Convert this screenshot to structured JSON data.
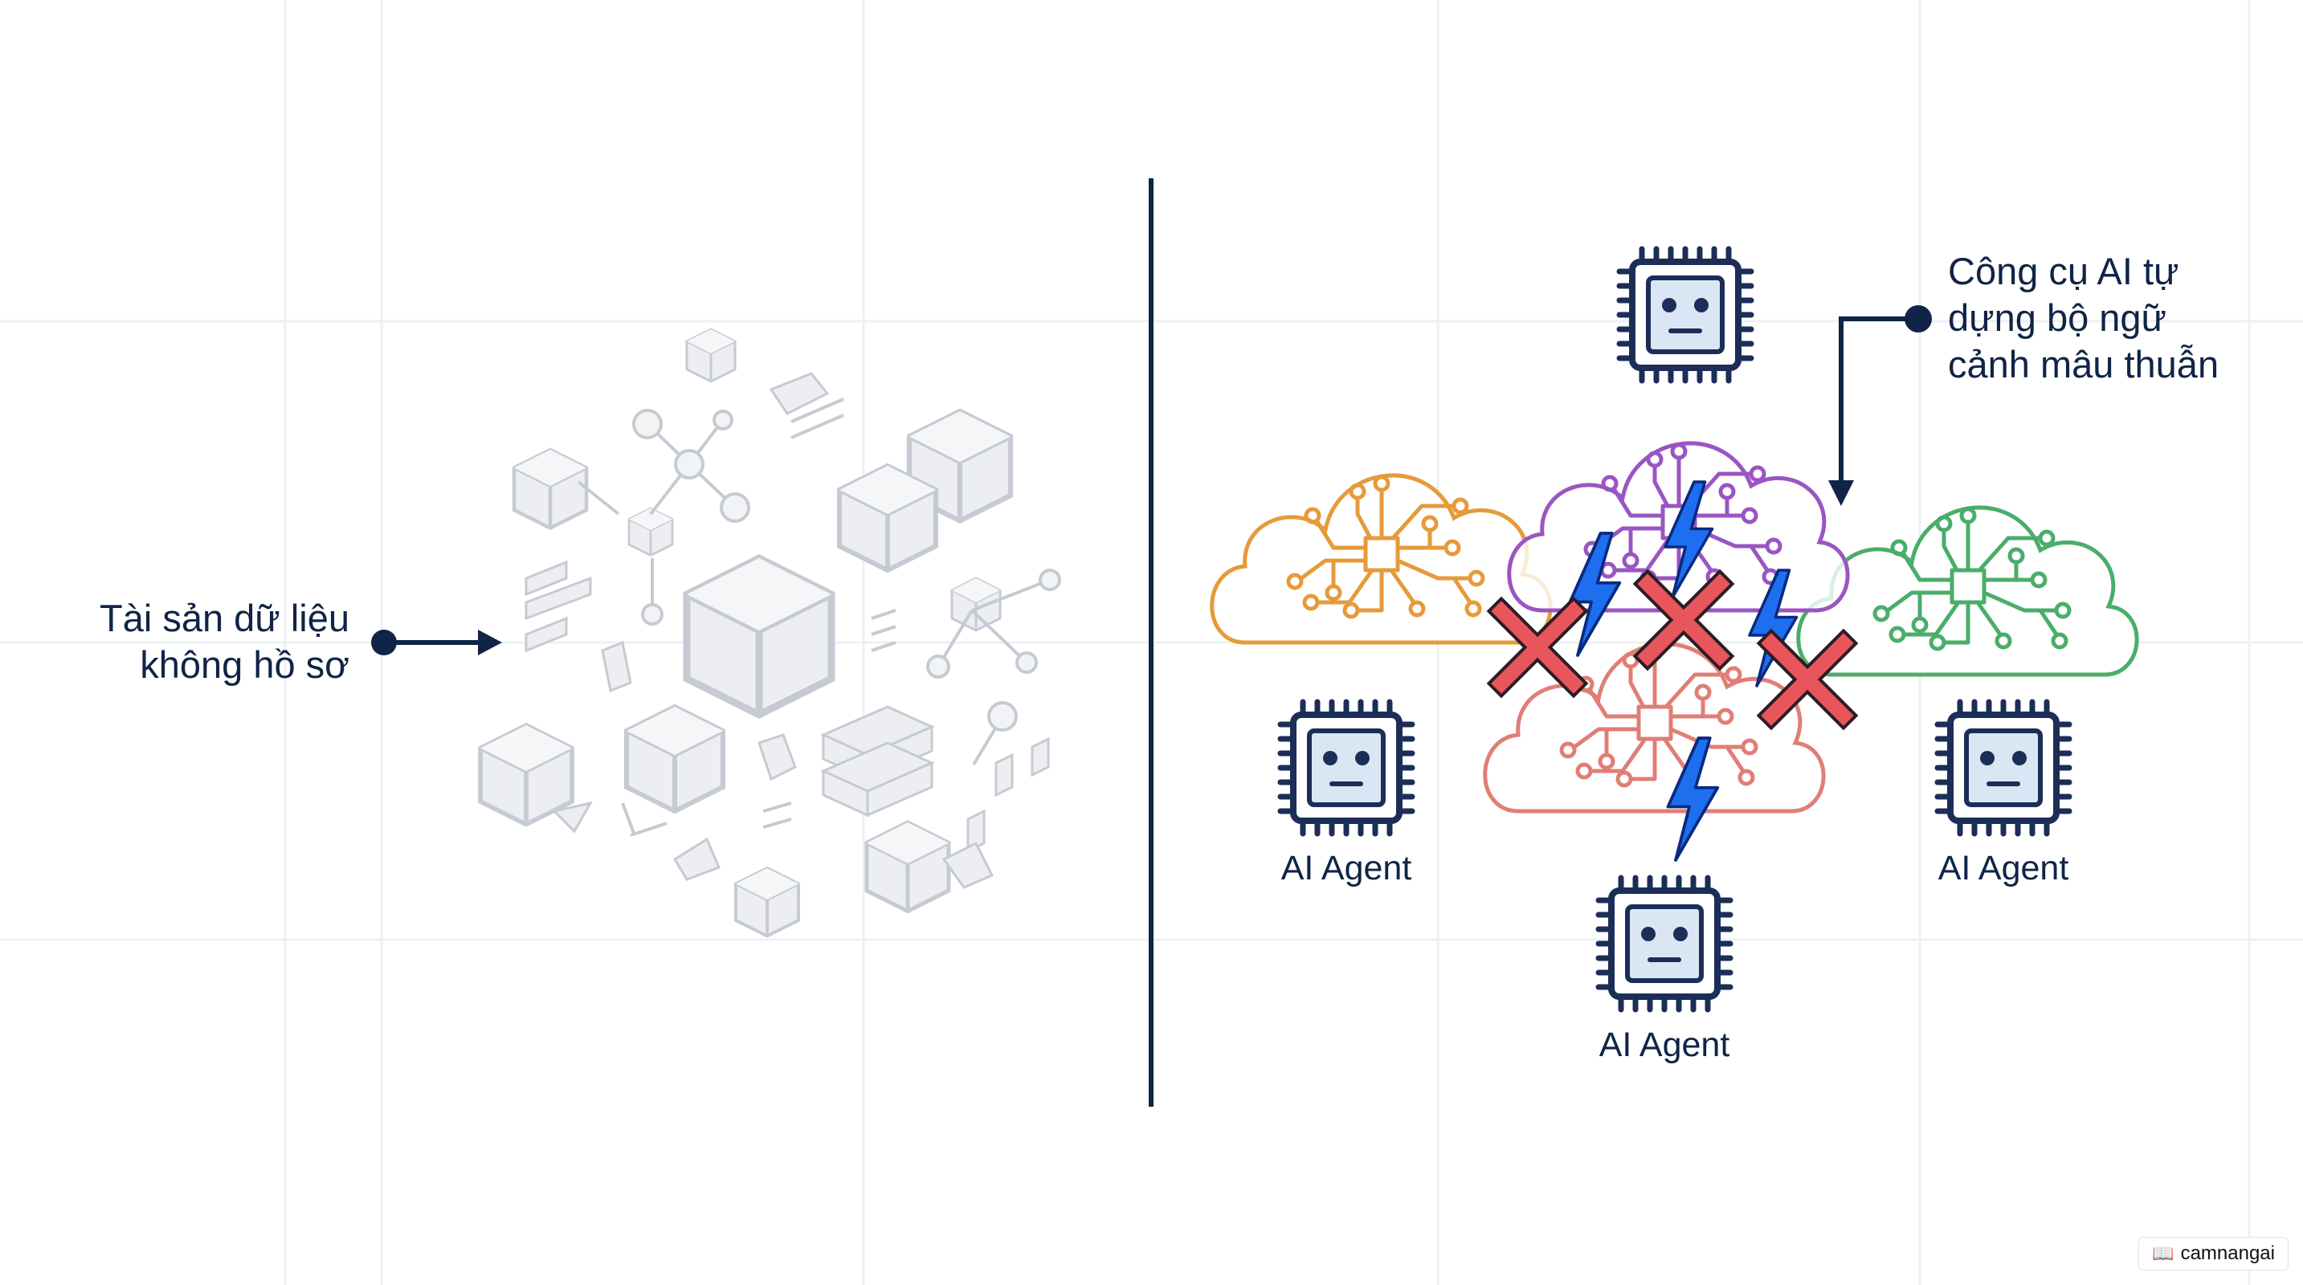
{
  "left_panel": {
    "label_lines": [
      "Tài sản dữ liệu",
      "không hồ sơ"
    ]
  },
  "right_panel": {
    "callout_lines": [
      "Công cụ AI tự",
      "dựng bộ ngữ",
      "cảnh mâu thuẫn"
    ],
    "agents": [
      {
        "label": ""
      },
      {
        "label": "AI Agent"
      },
      {
        "label": "AI Agent"
      },
      {
        "label": "AI Agent"
      }
    ],
    "cloud_colors": {
      "orange": "#e69a3a",
      "purple": "#9a55c2",
      "red": "#e07e76",
      "green": "#4aad6a"
    },
    "accent_colors": {
      "navy": "#0f2447",
      "conflict_x": "#e8555a",
      "lightning": "#1e6ff0"
    }
  },
  "watermark": {
    "icon": "book-icon",
    "text": "camnangai"
  }
}
